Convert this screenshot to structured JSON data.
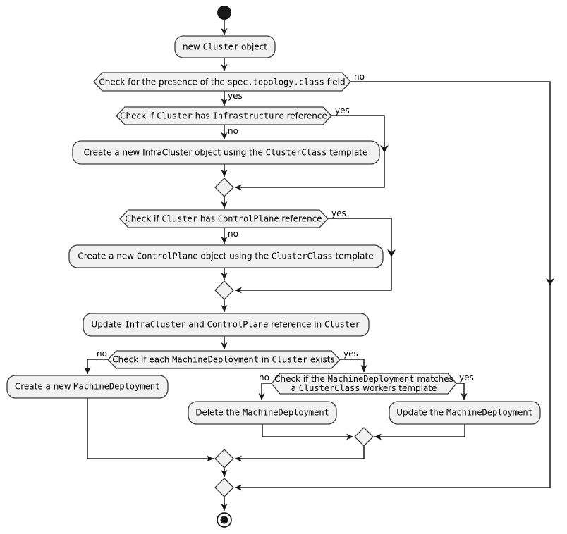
{
  "colors": {
    "background": "#ffffff",
    "node_fill": "#f1f1f1",
    "node_border": "#3b3b3b",
    "edge": "#181818",
    "text": "#000000"
  },
  "nodes": {
    "new_cluster": [
      {
        "t": "new "
      },
      {
        "t": "Cluster",
        "mono": true
      },
      {
        "t": " object"
      }
    ],
    "check_topology": [
      {
        "t": "Check for the presence of the "
      },
      {
        "t": "spec.topology.class",
        "mono": true
      },
      {
        "t": " field"
      }
    ],
    "check_infra": [
      {
        "t": "Check if "
      },
      {
        "t": "Cluster",
        "mono": true
      },
      {
        "t": " has "
      },
      {
        "t": "Infrastructure",
        "mono": true
      },
      {
        "t": " reference"
      }
    ],
    "create_infracluster": [
      {
        "t": "Create a new InfraCluster object using the "
      },
      {
        "t": "ClusterClass",
        "mono": true
      },
      {
        "t": " template"
      }
    ],
    "check_controlplane": [
      {
        "t": "Check if "
      },
      {
        "t": "Cluster",
        "mono": true
      },
      {
        "t": " has "
      },
      {
        "t": "ControlPlane",
        "mono": true
      },
      {
        "t": " reference"
      }
    ],
    "create_controlplane": [
      {
        "t": "Create a new "
      },
      {
        "t": "ControlPlane",
        "mono": true
      },
      {
        "t": " object using the "
      },
      {
        "t": "ClusterClass",
        "mono": true
      },
      {
        "t": " template"
      }
    ],
    "update_references": [
      {
        "t": "Update "
      },
      {
        "t": "InfraCluster",
        "mono": true
      },
      {
        "t": " and "
      },
      {
        "t": "ControlPlane",
        "mono": true
      },
      {
        "t": " reference in "
      },
      {
        "t": "Cluster",
        "mono": true
      }
    ],
    "check_md_exists": [
      {
        "t": "Check if each "
      },
      {
        "t": "MachineDeployment",
        "mono": true
      },
      {
        "t": " in "
      },
      {
        "t": "Cluster",
        "mono": true
      },
      {
        "t": " exists"
      }
    ],
    "create_md": [
      {
        "t": "Create a new "
      },
      {
        "t": "MachineDeployment",
        "mono": true
      }
    ],
    "check_md_matches": [
      [
        {
          "t": "Check if the "
        },
        {
          "t": "MachineDeployment",
          "mono": true
        },
        {
          "t": " matches"
        }
      ],
      [
        {
          "t": "a "
        },
        {
          "t": "ClusterClass",
          "mono": true
        },
        {
          "t": " workers template"
        }
      ]
    ],
    "delete_md": [
      {
        "t": "Delete the "
      },
      {
        "t": "MachineDeployment",
        "mono": true
      }
    ],
    "update_md": [
      {
        "t": "Update the "
      },
      {
        "t": "MachineDeployment",
        "mono": true
      }
    ]
  },
  "edge_labels": {
    "topology_no": "no",
    "topology_yes": "yes",
    "infra_yes": "yes",
    "infra_no": "no",
    "controlplane_yes": "yes",
    "controlplane_no": "no",
    "md_exists_no": "no",
    "md_exists_yes": "yes",
    "md_matches_no": "no",
    "md_matches_yes": "yes"
  }
}
